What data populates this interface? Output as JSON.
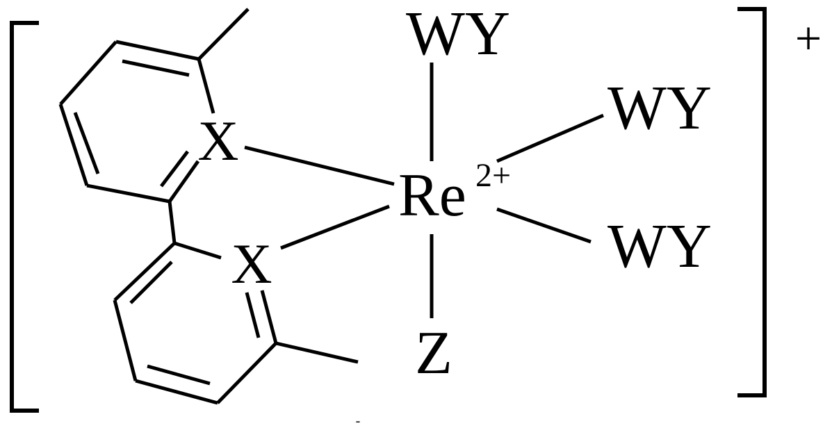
{
  "molecule": {
    "central_atom": "Re",
    "central_charge": "2+",
    "donor_atom_top": "X",
    "donor_atom_bottom": "X",
    "ligand_top": "WY",
    "ligand_upper_right": "WY",
    "ligand_lower_right": "WY",
    "ligand_bottom": "Z",
    "complex_charge": "+",
    "stray_mark": "-"
  },
  "colors": {
    "ink": "#000000",
    "background": "#ffffff"
  }
}
